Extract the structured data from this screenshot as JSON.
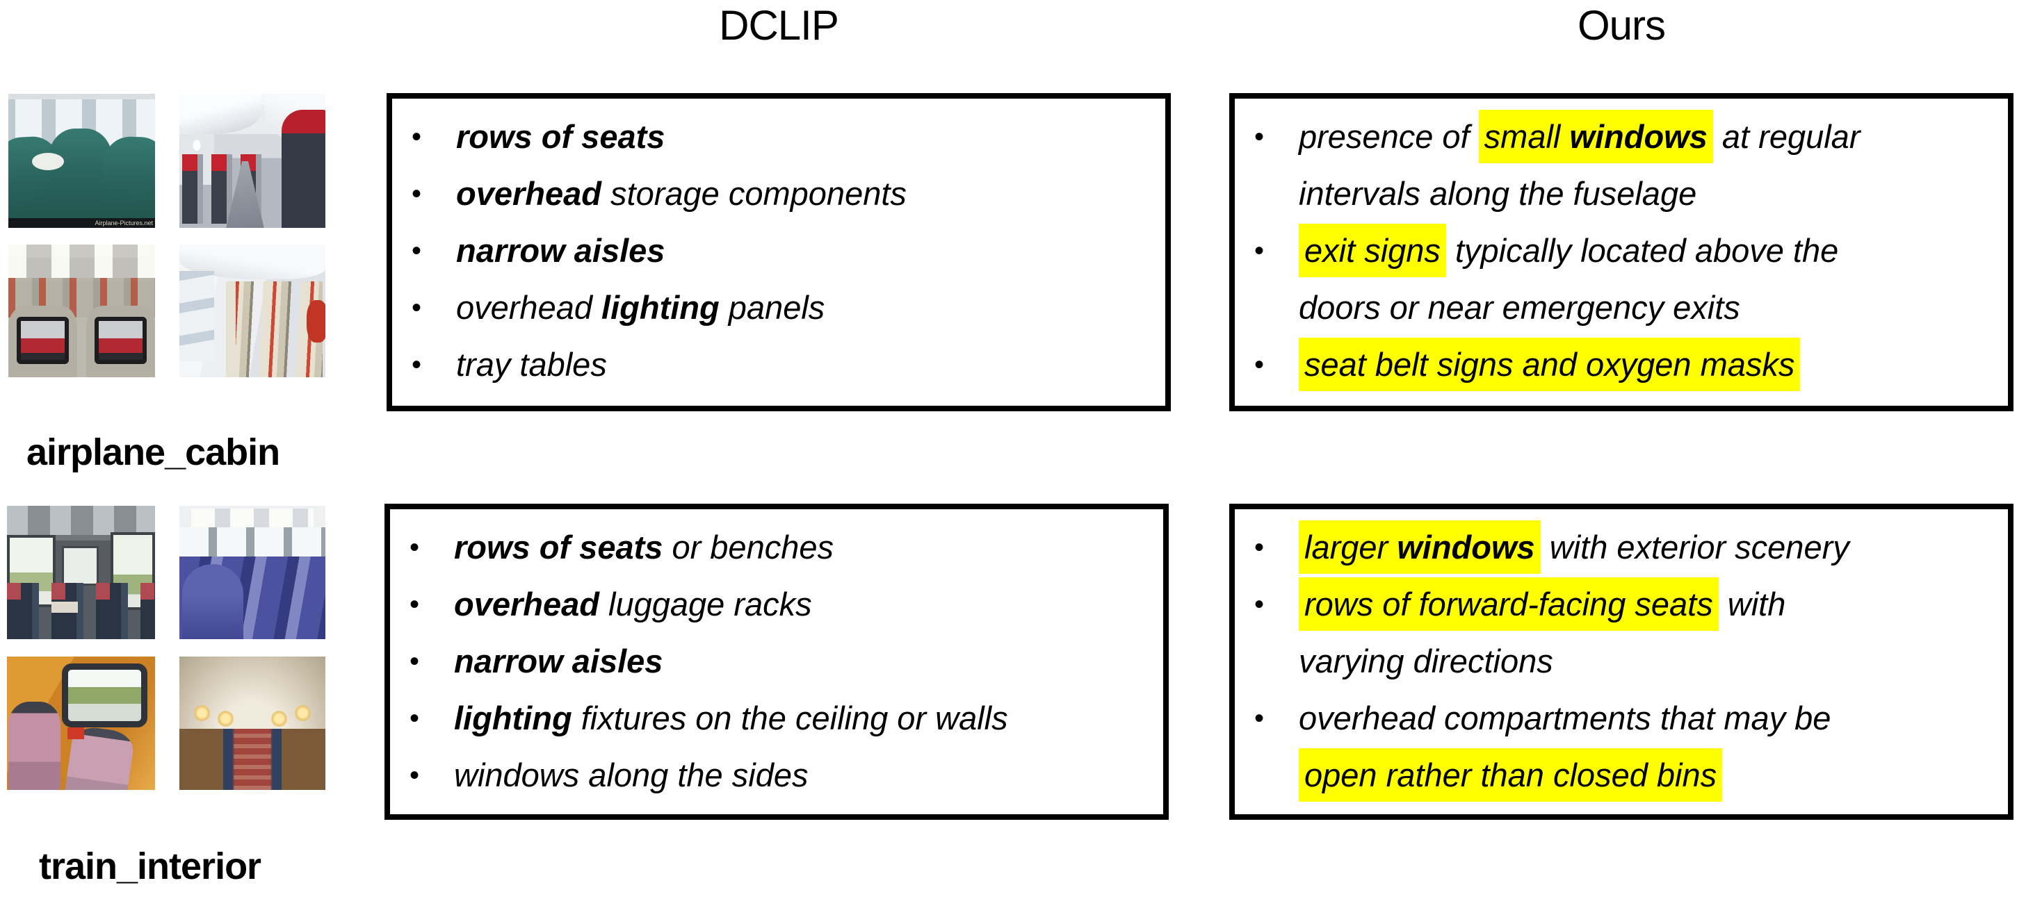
{
  "colors": {
    "highlight": "#ffff00",
    "border": "#000000",
    "text": "#000000",
    "background": "#ffffff"
  },
  "bullet_glyph": "•",
  "headers": {
    "left": "DCLIP",
    "right": "Ours"
  },
  "rows": [
    {
      "label": "airplane_cabin",
      "photo_credit": "Airplane-Pictures.net",
      "photos": [
        "teal airline seats beside cabin windows",
        "cabin aisle with red headrest seats",
        "economy cabin with seatback screens",
        "aisle view with cream seats and windows"
      ],
      "dclip_bullets": [
        {
          "lines": [
            [
              {
                "t": "rows of seats",
                "b": true
              }
            ]
          ]
        },
        {
          "lines": [
            [
              {
                "t": "overhead",
                "b": true
              },
              {
                "t": " storage components"
              }
            ]
          ]
        },
        {
          "lines": [
            [
              {
                "t": "narrow aisles",
                "b": true
              }
            ]
          ]
        },
        {
          "lines": [
            [
              {
                "t": "overhead "
              },
              {
                "t": "lighting",
                "b": true
              },
              {
                "t": " panels"
              }
            ]
          ]
        },
        {
          "lines": [
            [
              {
                "t": "tray tables"
              }
            ]
          ]
        }
      ],
      "ours_bullets": [
        {
          "lines": [
            [
              {
                "t": "presence of "
              },
              {
                "t": "small ",
                "h": true
              },
              {
                "t": "windows",
                "b": true,
                "h": true
              },
              {
                "t": " at regular"
              }
            ],
            [
              {
                "t": "intervals along the fuselage"
              }
            ]
          ]
        },
        {
          "lines": [
            [
              {
                "t": "exit signs",
                "h": true
              },
              {
                "t": " typically located above the"
              }
            ],
            [
              {
                "t": "doors or near emergency exits"
              }
            ]
          ]
        },
        {
          "lines": [
            [
              {
                "t": "seat belt signs and oxygen masks",
                "h": true
              }
            ]
          ]
        }
      ]
    },
    {
      "label": "train_interior",
      "photos": [
        "commuter train seats and large windows",
        "purple train seats in bright carriage",
        "orange compartment with pink seats and window",
        "vintage dining car with tables and lamps"
      ],
      "dclip_bullets": [
        {
          "lines": [
            [
              {
                "t": "rows of seats",
                "b": true
              },
              {
                "t": " or benches"
              }
            ]
          ]
        },
        {
          "lines": [
            [
              {
                "t": "overhead",
                "b": true
              },
              {
                "t": " luggage racks"
              }
            ]
          ]
        },
        {
          "lines": [
            [
              {
                "t": "narrow aisles",
                "b": true
              }
            ]
          ]
        },
        {
          "lines": [
            [
              {
                "t": "lighting",
                "b": true
              },
              {
                "t": " fixtures on the ceiling or walls"
              }
            ]
          ]
        },
        {
          "lines": [
            [
              {
                "t": "windows along the sides"
              }
            ]
          ]
        }
      ],
      "ours_bullets": [
        {
          "lines": [
            [
              {
                "t": "larger ",
                "h": true
              },
              {
                "t": "windows",
                "b": true,
                "h": true
              },
              {
                "t": " with exterior scenery"
              }
            ]
          ]
        },
        {
          "lines": [
            [
              {
                "t": "rows of forward-facing seats",
                "h": true
              },
              {
                "t": " with"
              }
            ],
            [
              {
                "t": "varying directions"
              }
            ]
          ]
        },
        {
          "lines": [
            [
              {
                "t": "overhead compartments that may be"
              }
            ],
            [
              {
                "t": "open rather than closed bins",
                "h": true
              }
            ]
          ]
        }
      ]
    }
  ]
}
